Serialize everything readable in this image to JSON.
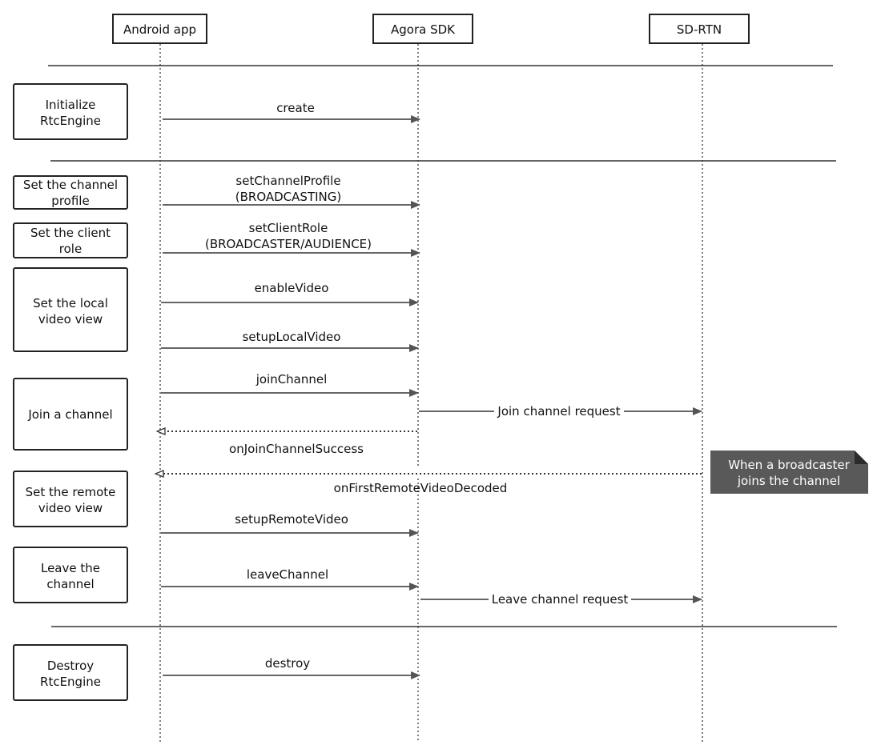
{
  "participants": [
    {
      "id": "app",
      "label": "Android app"
    },
    {
      "id": "sdk",
      "label": "Agora SDK"
    },
    {
      "id": "rtn",
      "label": "SD-RTN"
    }
  ],
  "steps": [
    {
      "id": "initialize",
      "lines": [
        "Initialize",
        "RtcEngine"
      ]
    },
    {
      "id": "channel-profile",
      "lines": [
        "Set the channel",
        "profile"
      ]
    },
    {
      "id": "client-role",
      "lines": [
        "Set the client",
        "role"
      ]
    },
    {
      "id": "local-video",
      "lines": [
        "Set the local",
        "video view"
      ]
    },
    {
      "id": "join",
      "lines": [
        "Join a channel"
      ]
    },
    {
      "id": "remote-video",
      "lines": [
        "Set the remote",
        "video view"
      ]
    },
    {
      "id": "leave",
      "lines": [
        "Leave the",
        "channel"
      ]
    },
    {
      "id": "destroy",
      "lines": [
        "Destroy",
        "RtcEngine"
      ]
    }
  ],
  "messages": [
    {
      "id": "create",
      "from": "app",
      "to": "sdk",
      "style": "solid",
      "lines": [
        "create"
      ]
    },
    {
      "id": "set-channel-profile",
      "from": "app",
      "to": "sdk",
      "style": "solid",
      "lines": [
        "setChannelProfile",
        "(BROADCASTING)"
      ]
    },
    {
      "id": "set-client-role",
      "from": "app",
      "to": "sdk",
      "style": "solid",
      "lines": [
        "setClientRole",
        "(BROADCASTER/AUDIENCE)"
      ]
    },
    {
      "id": "enable-video",
      "from": "app",
      "to": "sdk",
      "style": "solid",
      "lines": [
        "enableVideo"
      ]
    },
    {
      "id": "setup-local-video",
      "from": "app",
      "to": "sdk",
      "style": "solid",
      "lines": [
        "setupLocalVideo"
      ]
    },
    {
      "id": "join-channel",
      "from": "app",
      "to": "sdk",
      "style": "solid",
      "lines": [
        "joinChannel"
      ]
    },
    {
      "id": "join-channel-request",
      "from": "sdk",
      "to": "rtn",
      "style": "solid",
      "inline": true,
      "lines": [
        "Join channel request"
      ]
    },
    {
      "id": "on-join-channel-success",
      "from": "sdk",
      "to": "app",
      "style": "dotted",
      "lines": [
        "onJoinChannelSuccess"
      ]
    },
    {
      "id": "on-first-remote-video-decoded",
      "from": "rtn",
      "to": "app",
      "style": "dotted",
      "lines": [
        "onFirstRemoteVideoDecoded"
      ]
    },
    {
      "id": "setup-remote-video",
      "from": "app",
      "to": "sdk",
      "style": "solid",
      "lines": [
        "setupRemoteVideo"
      ]
    },
    {
      "id": "leave-channel",
      "from": "app",
      "to": "sdk",
      "style": "solid",
      "lines": [
        "leaveChannel"
      ]
    },
    {
      "id": "leave-channel-request",
      "from": "sdk",
      "to": "rtn",
      "style": "solid",
      "inline": true,
      "lines": [
        "Leave channel request"
      ]
    },
    {
      "id": "destroy",
      "from": "app",
      "to": "sdk",
      "style": "solid",
      "lines": [
        "destroy"
      ]
    }
  ],
  "note": {
    "lines": [
      "When a broadcaster",
      "joins the channel"
    ]
  }
}
